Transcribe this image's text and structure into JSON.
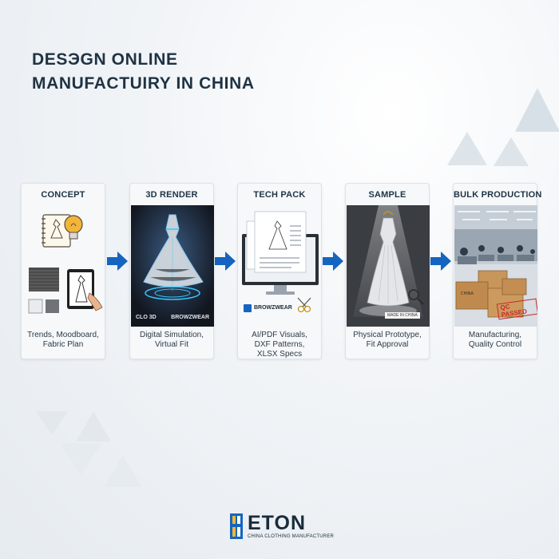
{
  "title": {
    "line1": "DESЭGN ONLINE",
    "line2": "MANUFACTUIRY IN CHINA"
  },
  "steps": [
    {
      "title": "CONCEPT",
      "caption_line1": "Trends, Moodboard,",
      "caption_line2": "Fabric Plan",
      "caption_line3": ""
    },
    {
      "title": "3D RENDER",
      "caption_line1": "Digital Simulation,",
      "caption_line2": "Virtual Fit",
      "caption_line3": "",
      "software1": "CLO 3D",
      "software2": "BROWZWEAR"
    },
    {
      "title": "TECH PACK",
      "caption_line1": "AI/PDF Visuals,",
      "caption_line2": "DXF Patterns,",
      "caption_line3": "XLSX Specs",
      "software": "BROWZWEAR"
    },
    {
      "title": "SAMPLE",
      "caption_line1": "Physical Prototype,",
      "caption_line2": "Fit Approval",
      "caption_line3": "",
      "tag": "MADE IN CHINA"
    },
    {
      "title": "BULK PRODUCTION",
      "caption_line1": "Manufacturing,",
      "caption_line2": "Quality Control",
      "caption_line3": "",
      "stamp": "QC PASSED"
    }
  ],
  "brand": {
    "name": "ETON",
    "tagline": "CHINA CLOTHING MANUFACTURER"
  },
  "colors": {
    "arrow": "#1565c0",
    "title": "#1f3344",
    "accent": "#f2b53a"
  },
  "icons": [
    "lightbulb-icon",
    "sketchbook-icon",
    "tablet-icon",
    "scissors-icon",
    "arrow-right-icon",
    "eton-logo-icon"
  ]
}
